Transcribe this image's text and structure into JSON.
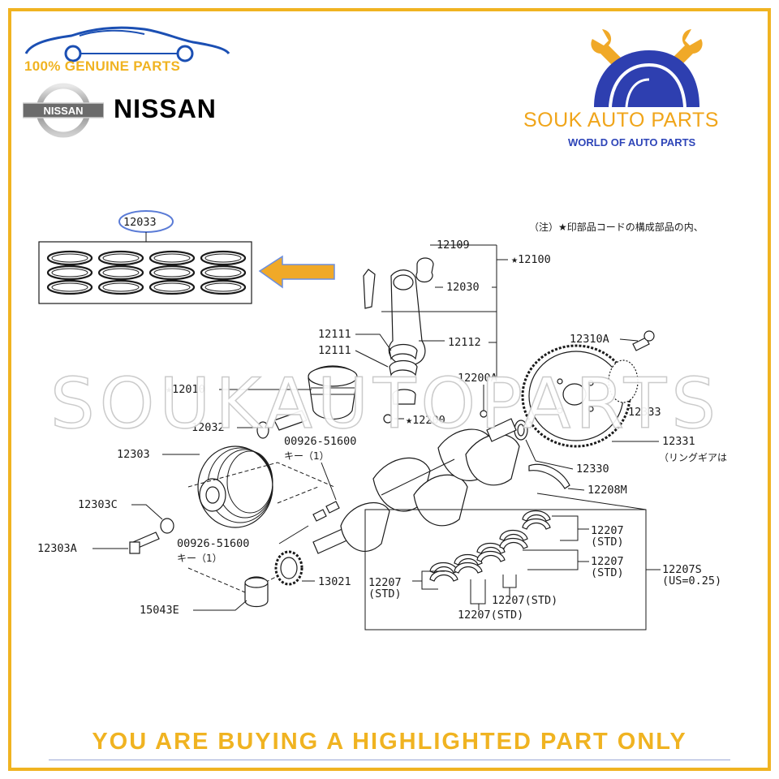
{
  "header": {
    "genuine_label": "100% GENUINE PARTS",
    "brand_word": "NISSAN",
    "brand_badge": "NISSAN",
    "shop_name": "SOUK AUTO PARTS",
    "shop_tagline": "WORLD OF AUTO PARTS"
  },
  "watermark": "SOUKAUTOPARTS",
  "diagram": {
    "note": "（注）★印部品コードの構成部品の内、",
    "labels": {
      "p12033": "12033",
      "p12109": "12109",
      "p12100": "★12100",
      "p12030": "12030",
      "p12111a": "12111",
      "p12111b": "12111",
      "p12112": "12112",
      "p12310a": "12310A",
      "p12200a": "12200A",
      "p12010": "★12010",
      "p12200": "★12200",
      "p12333": "12333",
      "p12032": "12032",
      "p00926a": "00926-51600",
      "key1": "キー（1）",
      "p12331": "12331",
      "ring_gear": "（リングギアは",
      "p12303": "12303",
      "p12330": "12330",
      "p12208m": "12208M",
      "p12303c": "12303C",
      "p12207a": "12207",
      "std_a": "(STD)",
      "p12303a": "12303A",
      "p00926b": "00926-51600",
      "key2": "キー（1）",
      "p12207b": "12207",
      "std_b": "(STD)",
      "p12207s": "12207S",
      "us025": "(US=0.25)",
      "p13021": "13021",
      "p12207c": "12207",
      "std_c": "(STD)",
      "p12207d": "12207(STD)",
      "p15043e": "15043E",
      "p12207e": "12207(STD)"
    }
  },
  "footer": {
    "notice": "YOU ARE BUYING A HIGHLIGHTED PART ONLY"
  },
  "colors": {
    "frame": "#f0b321",
    "highlight_arrow": "#f0a928",
    "highlight_ring": "#5a7bd6",
    "shop_blue": "#2e45b8"
  }
}
